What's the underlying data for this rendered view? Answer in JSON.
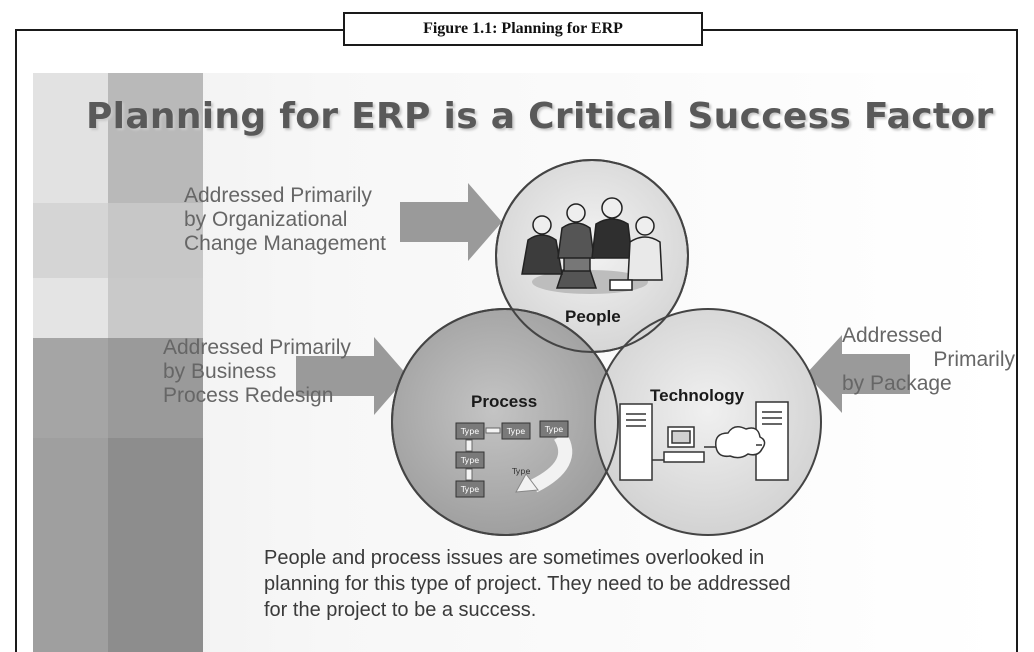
{
  "caption": "Figure 1.1: Planning for ERP",
  "slide": {
    "title": "Planning for ERP is a Critical Success Factor",
    "circles": {
      "people": "People",
      "process": "Process",
      "technology": "Technology"
    },
    "notes": {
      "people_line1": "Addressed Primarily",
      "people_line2": "by Organizational",
      "people_line3": "Change Management",
      "process_line1": "Addressed Primarily",
      "process_line2": "by Business",
      "process_line3": "Process Redesign",
      "tech_line1": "Addressed",
      "tech_line2": "Primarily",
      "tech_line3": "by Package"
    },
    "flow_box_label": "Type",
    "summary_line1": "People and process issues are sometimes overlooked in",
    "summary_line2": "planning for this type of project. They need to be addressed",
    "summary_line3": "for the project to be a success."
  }
}
